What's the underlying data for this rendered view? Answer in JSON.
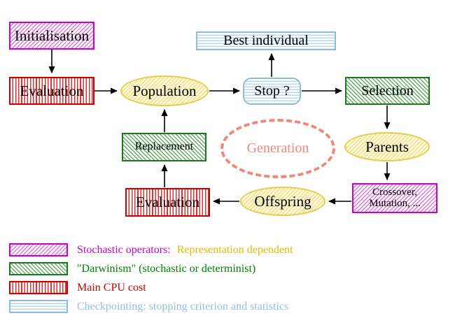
{
  "diagram": {
    "title": "evolutionary-algorithm-flowchart",
    "nodes": {
      "initialisation": {
        "label": "Initialisation",
        "style": "magenta-diagonal-hatch-box"
      },
      "evaluation_top": {
        "label": "Evaluation",
        "style": "red-vertical-stripes-box"
      },
      "population": {
        "label": "Population",
        "style": "yellow-hatch-ellipse"
      },
      "best_individual": {
        "label": "Best individual",
        "style": "cyan-horizontal-stripes-box"
      },
      "stop": {
        "label": "Stop ?",
        "style": "cyan-horizontal-stripes-rounded-box"
      },
      "selection": {
        "label": "Selection",
        "style": "green-diagonal-hatch-box"
      },
      "replacement": {
        "label": "Replacement",
        "style": "green-diagonal-hatch-box"
      },
      "generation": {
        "label": "Generation",
        "style": "salmon-dashed-ellipse"
      },
      "parents": {
        "label": "Parents",
        "style": "yellow-hatch-ellipse"
      },
      "evaluation_bottom": {
        "label": "Evaluation",
        "style": "red-vertical-stripes-box"
      },
      "offspring": {
        "label": "Offspring",
        "style": "yellow-hatch-ellipse"
      },
      "crossover": {
        "line1": "Crossover,",
        "line2": "Mutation, ...",
        "style": "magenta-diagonal-hatch-box"
      }
    },
    "flow": [
      "Initialisation -> Evaluation",
      "Evaluation -> Population",
      "Population -> Stop ?",
      "Stop ? -> Best individual",
      "Stop ? -> Selection",
      "Selection -> Parents",
      "Parents -> Crossover, Mutation, ...",
      "Crossover, Mutation, ... -> Offspring",
      "Offspring -> Evaluation",
      "Evaluation -> Replacement",
      "Replacement -> Population"
    ]
  },
  "legend": {
    "items": [
      {
        "swatch": "magenta-diagonal-hatch",
        "label": "Stochastic operators:",
        "label2": "Representation dependent",
        "label_color": "#cc00cc",
        "label2_color": "#e6b800"
      },
      {
        "swatch": "green-diagonal-hatch",
        "label": "\"Darwinism\" (stochastic or determinist)",
        "label_color": "#008000"
      },
      {
        "swatch": "red-vertical-stripes",
        "label": "Main CPU cost",
        "label_color": "#cc0000"
      },
      {
        "swatch": "cyan-horizontal-stripes",
        "label": "Checkpointing: stopping criterion and statistics",
        "label_color": "#95bedd"
      }
    ]
  },
  "colors": {
    "stochastic_magenta": "#cc00cc",
    "darwinism_green_border": "#1a7a1a",
    "darwinism_green_text": "#008000",
    "cpu_red": "#cc0000",
    "checkpoint_blue": "#8ebcdc",
    "representation_yellow": "#e6b800",
    "ellipse_yellow_border": "#e3cd4e",
    "generation_salmon": "#f08878",
    "arrow_black": "#000000",
    "node_text": "#000000"
  }
}
